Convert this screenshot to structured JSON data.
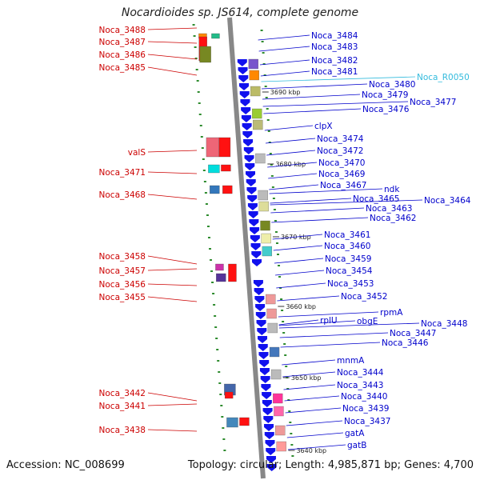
{
  "title": "Nocardioides sp. JS614, complete genome",
  "footer": {
    "accession": "Accession: NC_008699",
    "topology": "Topology: circular; Length: 4,985,871 bp; Genes: 4,700"
  },
  "colors": {
    "forward_label": "#cc0000",
    "reverse_label": "#0000cc",
    "rna_label": "#33bbdd",
    "backbone": "#888888",
    "ticks": "#2e8b2e",
    "forward_gene": "#ee1111",
    "reverse_gene": "#1111ee"
  },
  "scale_labels": [
    "3690 kbp",
    "3680 kbp",
    "3670 kbp",
    "3660 kbp",
    "3650 kbp",
    "3640 kbp"
  ],
  "forward_labels": [
    "Noca_3488",
    "Noca_3487",
    "Noca_3486",
    "Noca_3485",
    "valS",
    "Noca_3471",
    "Noca_3468",
    "Noca_3458",
    "Noca_3457",
    "Noca_3456",
    "Noca_3455",
    "Noca_3442",
    "Noca_3441",
    "Noca_3438"
  ],
  "reverse_labels": [
    "Noca_3484",
    "Noca_3483",
    "Noca_3482",
    "Noca_3481",
    "Noca_R0050",
    "Noca_3480",
    "Noca_3479",
    "Noca_3477",
    "Noca_3476",
    "clpX",
    "Noca_3474",
    "Noca_3472",
    "Noca_3470",
    "Noca_3469",
    "Noca_3467",
    "ndk",
    "Noca_3465",
    "Noca_3464",
    "Noca_3463",
    "Noca_3462",
    "Noca_3461",
    "Noca_3460",
    "Noca_3459",
    "Noca_3454",
    "Noca_3453",
    "Noca_3452",
    "rpmA",
    "rplU",
    "obgE",
    "Noca_3448",
    "Noca_3447",
    "Noca_3446",
    "mnmA",
    "Noca_3444",
    "Noca_3443",
    "Noca_3440",
    "Noca_3439",
    "Noca_3437",
    "gatA",
    "gatB"
  ]
}
